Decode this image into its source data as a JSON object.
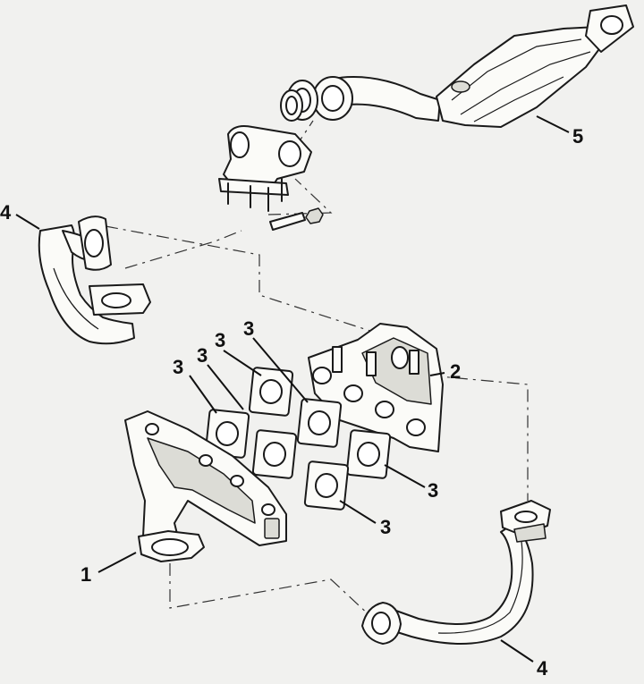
{
  "callouts": {
    "c1": "1",
    "c2": "2",
    "c3a": "3",
    "c3b": "3",
    "c3c": "3",
    "c3d": "3",
    "c3e": "3",
    "c3f": "3",
    "c4a": "4",
    "c4b": "4",
    "c5": "5"
  }
}
